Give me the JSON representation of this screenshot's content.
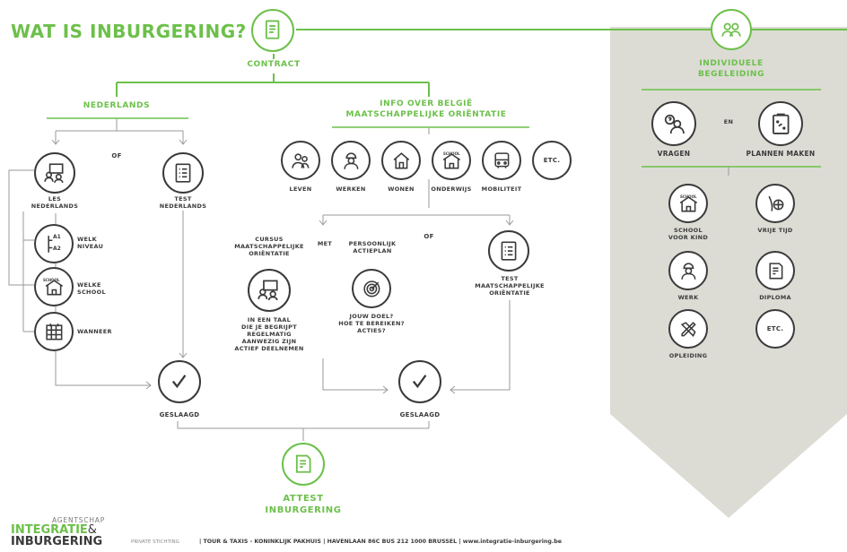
{
  "title": "WAT IS INBURGERING?",
  "contract": "CONTRACT",
  "individuele": {
    "line1": "INDIVIDUELE",
    "line2": "BEGELEIDING"
  },
  "nederlands": {
    "heading": "NEDERLANDS",
    "of": "OF",
    "les": [
      "LES",
      "NEDERLANDS"
    ],
    "test": [
      "TEST",
      "NEDERLANDS"
    ],
    "welk_niveau": [
      "WELK",
      "NIVEAU"
    ],
    "levels": [
      "A1",
      "A2"
    ],
    "welke_school": [
      "WELKE",
      "SCHOOL"
    ],
    "school_sign": "SCHOOL",
    "wanneer": "WANNEER",
    "geslaagd": "GESLAAGD"
  },
  "info": {
    "line1": "INFO OVER BELGIË",
    "line2": "MAATSCHAPPELIJKE ORIËNTATIE",
    "topics": [
      "LEVEN",
      "WERKEN",
      "WONEN",
      "ONDERWIJS",
      "MOBILITEIT"
    ],
    "etc": "ETC.",
    "school_sign": "SCHOOL",
    "of": "OF",
    "cursus": [
      "CURSUS",
      "MAATSCHAPPELIJKE",
      "ORIËNTATIE"
    ],
    "met": "MET",
    "actieplan": [
      "PERSOONLIJK",
      "ACTIEPLAN"
    ],
    "cursus_desc": [
      "IN EEN TAAL",
      "DIE JE BEGRIJPT",
      "REGELMATIG",
      "AANWEZIG ZIJN",
      "ACTIEF DEELNEMEN"
    ],
    "actieplan_desc": [
      "JOUW DOEL?",
      "HOE TE BEREIKEN?",
      "ACTIES?"
    ],
    "test": [
      "TEST",
      "MAATSCHAPPELIJKE",
      "ORIËNTATIE"
    ],
    "geslaagd": "GESLAAGD"
  },
  "attest": {
    "line1": "ATTEST",
    "line2": "INBURGERING"
  },
  "begeleiding": {
    "vragen": "VRAGEN",
    "en": "EN",
    "plannen": "PLANNEN MAKEN",
    "items": [
      [
        "SCHOOL",
        "VOOR KIND"
      ],
      [
        "VRIJE TIJD"
      ],
      [
        "WERK"
      ],
      [
        "DIPLOMA"
      ],
      [
        "OPLEIDING"
      ]
    ],
    "etc": "ETC.",
    "school_sign": "SCHOOL"
  },
  "footer": {
    "agentschap": "AGENTSCHAP",
    "integratie": "INTEGRATIE",
    "amp": "&",
    "inburgering": "INBURGERING",
    "private": "PRIVATE STICHTING",
    "address": "| TOUR & TAXIS - KONINKLIJK PAKHUIS | HAVENLAAN 86C BUS 212 1000 BRUSSEL | www.integratie-inburgering.be"
  },
  "colors": {
    "green": "#6cc04a",
    "dark": "#3a3a3a",
    "panel": "#dcdcd5",
    "lines": "#9a9a9a"
  }
}
